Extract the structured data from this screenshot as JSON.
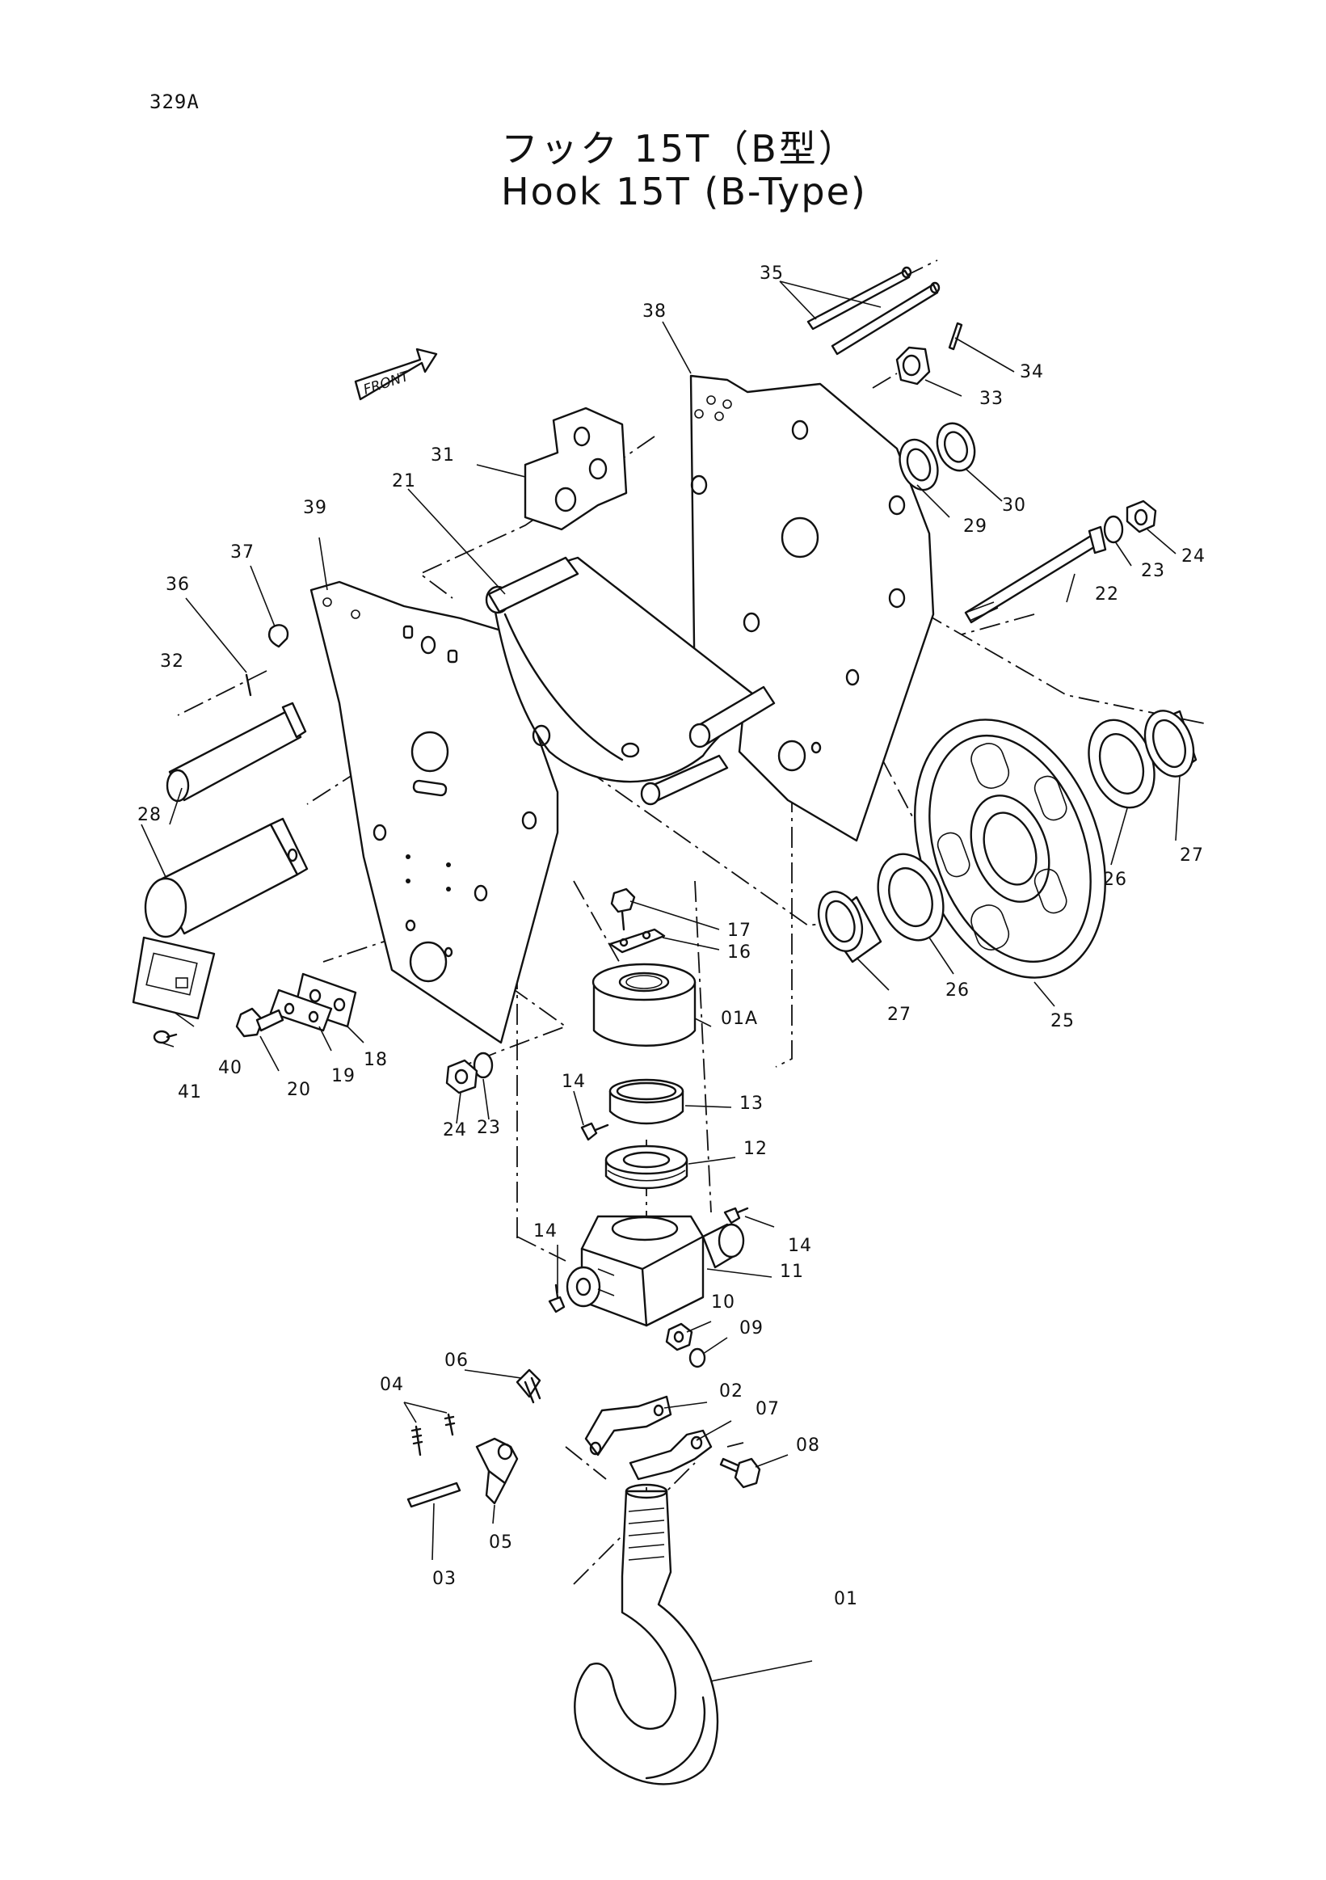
{
  "page_code": "329A",
  "title_jp": "フック 15T（B型）",
  "title_en": "Hook 15T (B-Type)",
  "front_label": "FRONT",
  "labels": {
    "p01": "01",
    "p01a": "01A",
    "p02": "02",
    "p03": "03",
    "p04": "04",
    "p05": "05",
    "p06": "06",
    "p07": "07",
    "p08": "08",
    "p09": "09",
    "p10": "10",
    "p11": "11",
    "p12": "12",
    "p13": "13",
    "p14a": "14",
    "p14b": "14",
    "p14c": "14",
    "p16": "16",
    "p17": "17",
    "p18": "18",
    "p19": "19",
    "p20": "20",
    "p21": "21",
    "p22": "22",
    "p23a": "23",
    "p23b": "23",
    "p24a": "24",
    "p24b": "24",
    "p25": "25",
    "p26a": "26",
    "p26b": "26",
    "p27a": "27",
    "p27b": "27",
    "p28": "28",
    "p29": "29",
    "p30": "30",
    "p31": "31",
    "p32": "32",
    "p33": "33",
    "p34": "34",
    "p35": "35",
    "p36": "36",
    "p37": "37",
    "p38": "38",
    "p39": "39",
    "p40": "40",
    "p41": "41"
  }
}
